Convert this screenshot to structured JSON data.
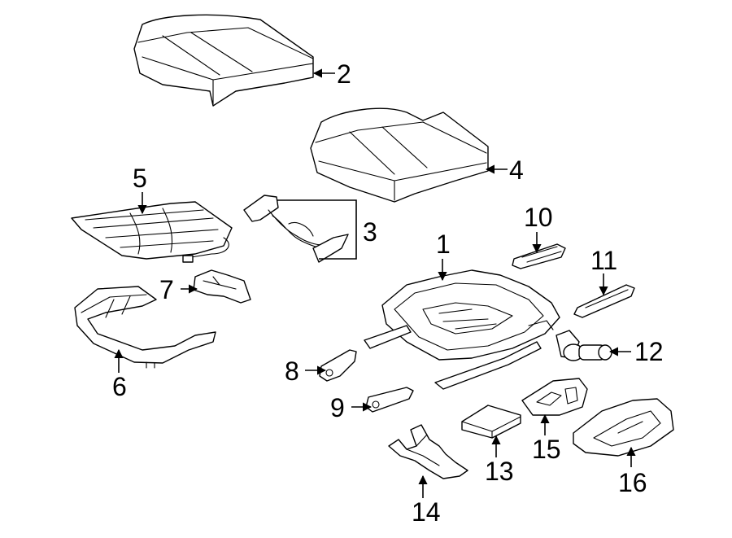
{
  "callouts": [
    {
      "id": "2",
      "label": "2"
    },
    {
      "id": "4",
      "label": "4"
    },
    {
      "id": "5",
      "label": "5"
    },
    {
      "id": "3",
      "label": "3"
    },
    {
      "id": "10",
      "label": "10"
    },
    {
      "id": "1",
      "label": "1"
    },
    {
      "id": "11",
      "label": "11"
    },
    {
      "id": "7",
      "label": "7"
    },
    {
      "id": "12",
      "label": "12"
    },
    {
      "id": "8",
      "label": "8"
    },
    {
      "id": "6",
      "label": "6"
    },
    {
      "id": "9",
      "label": "9"
    },
    {
      "id": "15",
      "label": "15"
    },
    {
      "id": "13",
      "label": "13"
    },
    {
      "id": "16",
      "label": "16"
    },
    {
      "id": "14",
      "label": "14"
    }
  ]
}
